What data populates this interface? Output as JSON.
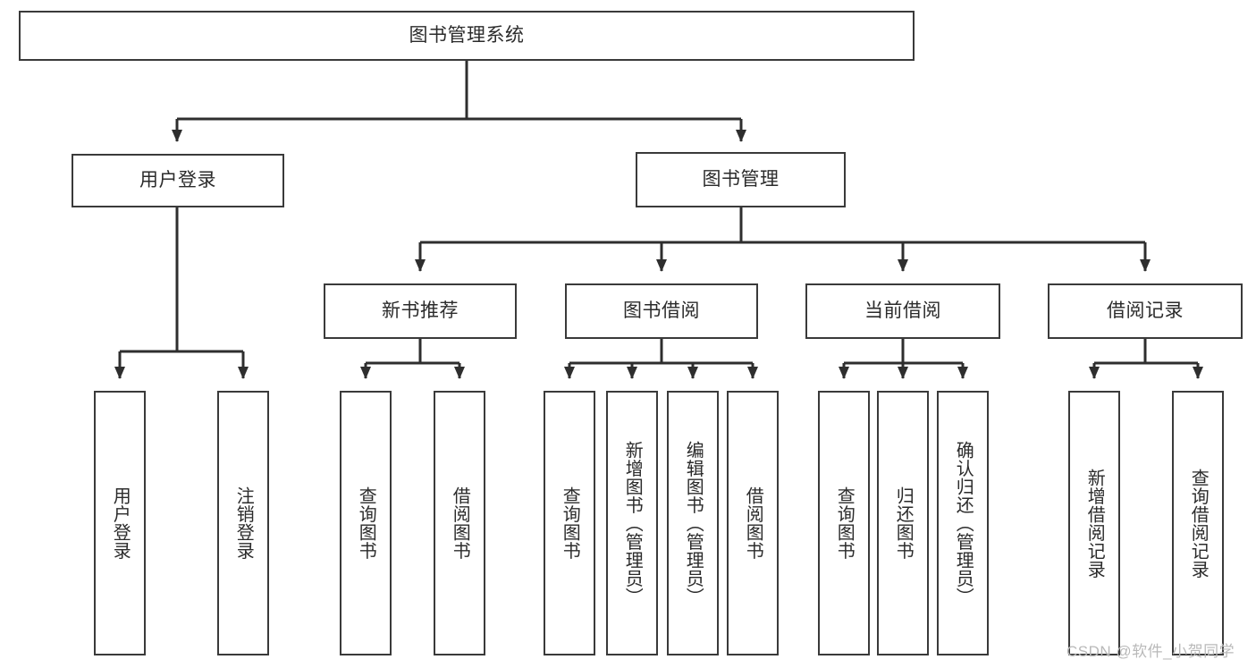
{
  "diagram": {
    "title_node": {
      "label": "图书管理系统"
    },
    "level2": [
      {
        "label": "用户登录"
      },
      {
        "label": "图书管理"
      }
    ],
    "level3": [
      {
        "label": "新书推荐"
      },
      {
        "label": "图书借阅"
      },
      {
        "label": "当前借阅"
      },
      {
        "label": "借阅记录"
      }
    ],
    "leaves": {
      "user_login": [
        {
          "label": "用户登录"
        },
        {
          "label": "注销登录"
        }
      ],
      "new_book_recommend": [
        {
          "label": "查询图书"
        },
        {
          "label": "借阅图书"
        }
      ],
      "book_borrow": [
        {
          "label": "查询图书"
        },
        {
          "label": "新增图书（管理员）"
        },
        {
          "label": "编辑图书（管理员）"
        },
        {
          "label": "借阅图书"
        }
      ],
      "current_borrow": [
        {
          "label": "查询图书"
        },
        {
          "label": "归还图书"
        },
        {
          "label": "确认归还（管理员）"
        }
      ],
      "borrow_record": [
        {
          "label": "新增借阅记录"
        },
        {
          "label": "查询借阅记录"
        }
      ]
    }
  },
  "watermark": {
    "text": "CSDN @软件_小贺同学"
  },
  "colors": {
    "box_border": "#3a3a3a",
    "text": "#2b2b2b",
    "connector": "#2e2e2e",
    "watermark": "#b9b9b9",
    "background": "#ffffff"
  }
}
